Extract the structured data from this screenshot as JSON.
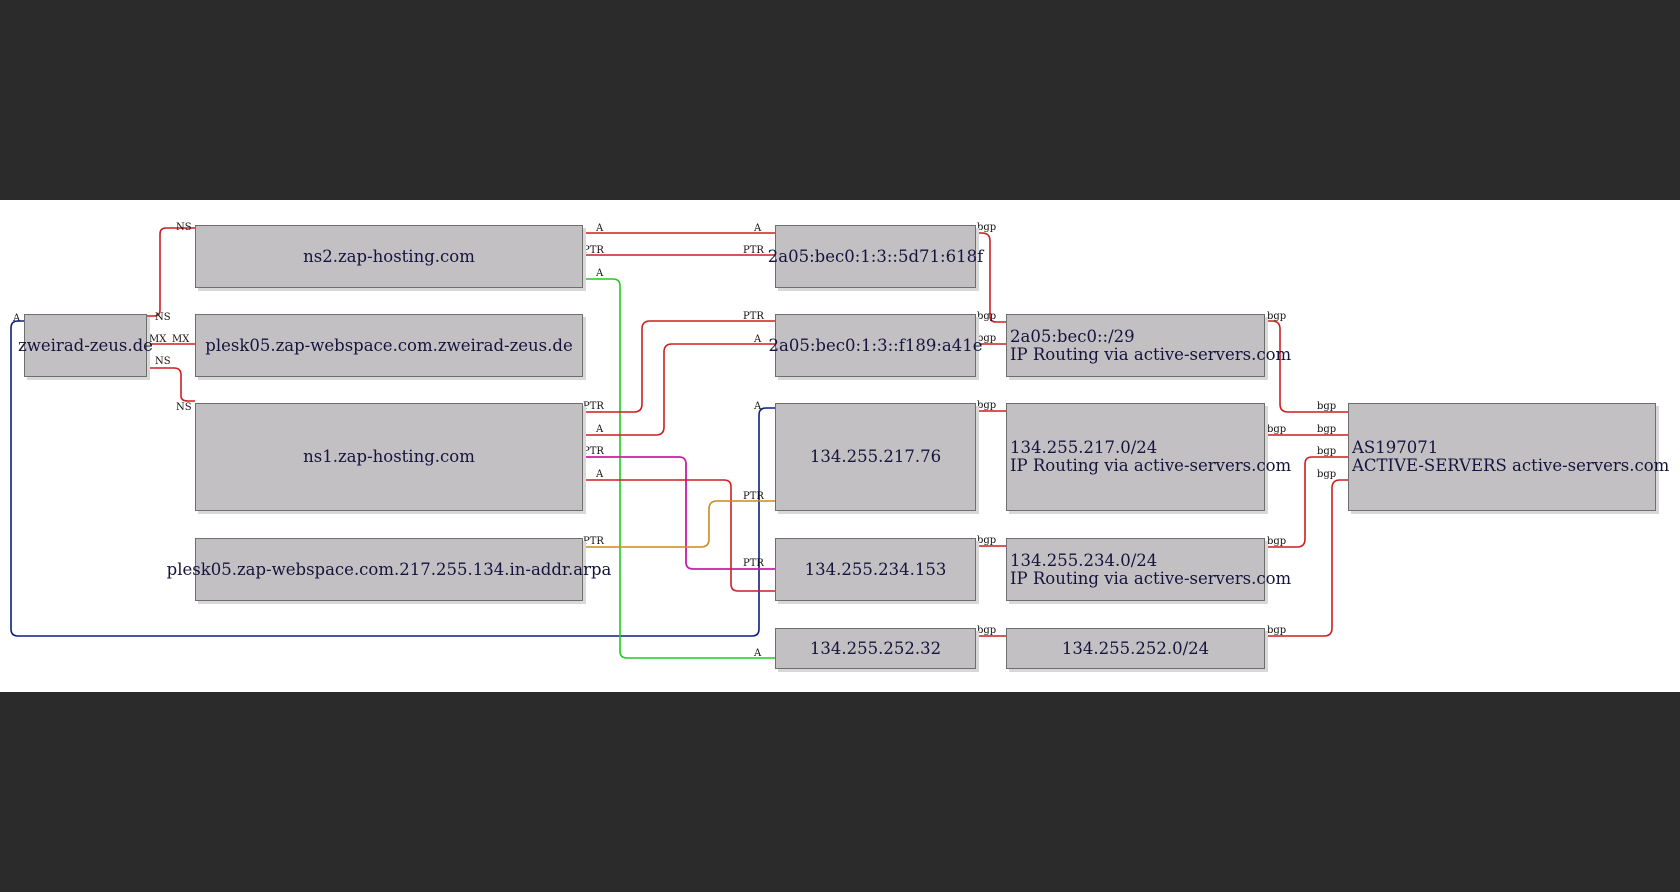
{
  "nodes": {
    "zweirad": {
      "label": "zweirad-zeus.de"
    },
    "ns2": {
      "label": "ns2.zap-hosting.com"
    },
    "plesk_zweirad": {
      "label": "plesk05.zap-webspace.com.zweirad-zeus.de"
    },
    "ns1": {
      "label": "ns1.zap-hosting.com"
    },
    "plesk_arpa": {
      "label": "plesk05.zap-webspace.com.217.255.134.in-addr.arpa"
    },
    "ip6_618f": {
      "label": "2a05:bec0:1:3::5d71:618f"
    },
    "ip6_a41e": {
      "label": "2a05:bec0:1:3::f189:a41e"
    },
    "ip4_76": {
      "label": "134.255.217.76"
    },
    "ip4_153": {
      "label": "134.255.234.153"
    },
    "ip4_32": {
      "label": "134.255.252.32"
    },
    "net6": {
      "line1": "2a05:bec0::/29",
      "line2": "IP Routing via active-servers.com"
    },
    "net217": {
      "line1": "134.255.217.0/24",
      "line2": "IP Routing via active-servers.com"
    },
    "net234": {
      "line1": "134.255.234.0/24",
      "line2": "IP Routing via active-servers.com"
    },
    "net252": {
      "label": "134.255.252.0/24"
    },
    "as": {
      "line1": "AS197071",
      "line2": "ACTIVE-SERVERS active-servers.com"
    }
  },
  "edge_labels": {
    "ns": "NS",
    "mx": "MX",
    "a": "A",
    "ptr": "PTR",
    "bgp": "bgp"
  },
  "colors": {
    "red": "#cc1f1f",
    "green": "#1fcc1f",
    "blue": "#0b1d85",
    "magenta": "#cc1fb5",
    "orange": "#cc8a1f",
    "node_fill": "#c3c0c4"
  }
}
